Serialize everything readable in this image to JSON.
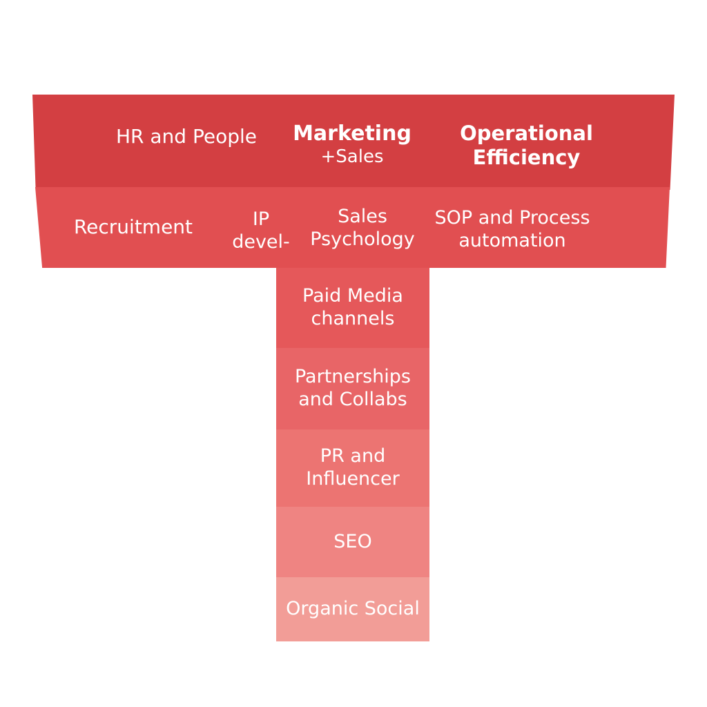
{
  "diagram": {
    "columns": [
      {
        "lines": [
          "HR and People"
        ]
      },
      {
        "lines": [
          "Marketing",
          "+Sales"
        ]
      },
      {
        "lines": [
          "Operational",
          "Efficiency"
        ]
      }
    ],
    "horizontal_skills": [
      {
        "lines": [
          "Recruitment"
        ]
      },
      {
        "lines": [
          "IP",
          "devel-"
        ]
      },
      {
        "lines": [
          "Sales",
          "Psychology"
        ]
      },
      {
        "lines": [
          "SOP and Process",
          "automation"
        ]
      }
    ],
    "vertical_stack": [
      {
        "lines": [
          "Paid Media",
          "channels"
        ]
      },
      {
        "lines": [
          "Partnerships",
          "and Collabs"
        ]
      },
      {
        "lines": [
          "PR and",
          "Influencer"
        ]
      },
      {
        "lines": [
          "SEO"
        ]
      },
      {
        "lines": [
          "Organic Social"
        ]
      }
    ]
  },
  "colors": {
    "top_band": "#d33f42",
    "second_band": "#e14f51",
    "stack": [
      "#e5585a",
      "#e86567",
      "#ec7472",
      "#ef8482",
      "#f29d97"
    ]
  }
}
